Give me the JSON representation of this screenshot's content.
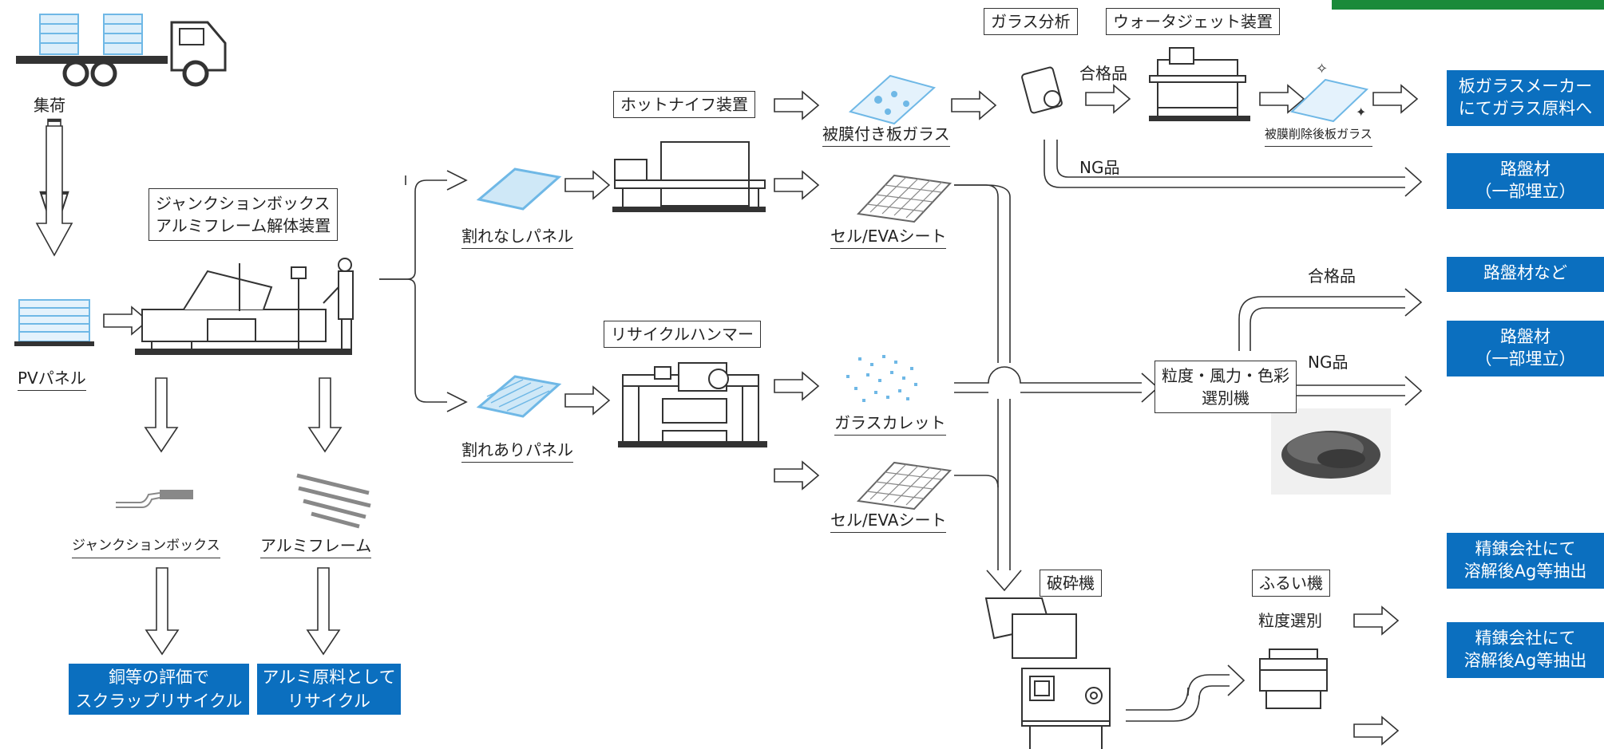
{
  "labels": {
    "collect": "集荷",
    "pv_panel": "PVパネル",
    "disassembly": "ジャンクションボックス\nアルミフレーム解体装置",
    "junction_box": "ジャンクションボックス",
    "alu_frame": "アルミフレーム",
    "unbroken_panel": "割れなしパネル",
    "broken_panel": "割れありパネル",
    "hot_knife": "ホットナイフ装置",
    "recycle_hammer": "リサイクルハンマー",
    "coated_glass": "被膜付き板ガラス",
    "cell_eva_1": "セル/EVAシート",
    "glass_cullet": "ガラスカレット",
    "cell_eva_2": "セル/EVAシート",
    "glass_analysis": "ガラス分析",
    "waterjet": "ウォータジェット装置",
    "pass_1": "合格品",
    "decoated_glass": "被膜削除後板ガラス",
    "ng_1": "NG品",
    "sorter": "粒度・風力・色彩\n選別機",
    "pass_2": "合格品",
    "ng_2": "NG品",
    "crusher": "破砕機",
    "sieve": "ふるい機",
    "size_sort": "粒度選別"
  },
  "outputs": {
    "copper": "銅等の評価で\nスクラップリサイクル",
    "aluminum": "アルミ原料として\nリサイクル",
    "flat_glass": "板ガラスメーカー\nにてガラス原料へ",
    "roadbed_landfill_1": "路盤材\n（一部埋立）",
    "roadbed_etc": "路盤材など",
    "roadbed_landfill_2": "路盤材\n（一部埋立）",
    "refinery_1": "精錬会社にて\n溶解後Ag等抽出",
    "refinery_2": "精錬会社にて\n溶解後Ag等抽出"
  },
  "colors": {
    "output_box": "#0b6fbf",
    "accent_bar": "#1a8a3a",
    "panel_blue": "#6fb8e6"
  },
  "icons": [
    "truck-icon",
    "pv-panel-stack-icon",
    "disassembly-machine-icon",
    "junction-box-icon",
    "alu-frame-icon",
    "glass-panel-icon",
    "cracked-panel-icon",
    "hot-knife-machine-icon",
    "hammer-machine-icon",
    "coated-glass-icon",
    "cell-sheet-icon",
    "cullet-icon",
    "analyzer-icon",
    "waterjet-machine-icon",
    "sparkle-glass-icon",
    "crusher-machine-icon",
    "sieve-machine-icon",
    "gravel-photo"
  ]
}
